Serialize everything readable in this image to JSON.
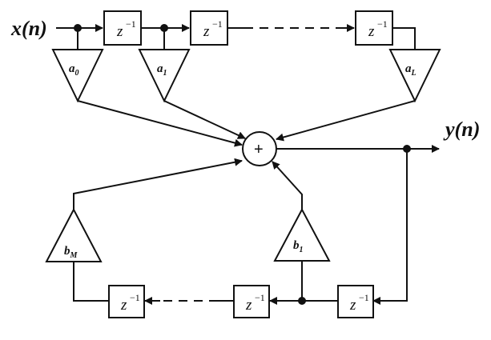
{
  "input_signal": {
    "name": "x",
    "index": "n"
  },
  "output_signal": {
    "name": "y",
    "index": "n"
  },
  "adder": {
    "symbol": "+"
  },
  "delay": {
    "base": "z",
    "exponent": "−1"
  },
  "feedforward_coefficients": [
    {
      "base": "a",
      "sub": "0"
    },
    {
      "base": "a",
      "sub": "1"
    },
    {
      "base": "a",
      "sub": "L"
    }
  ],
  "feedback_coefficients": [
    {
      "base": "b",
      "sub": "M"
    },
    {
      "base": "b",
      "sub": "1"
    }
  ]
}
